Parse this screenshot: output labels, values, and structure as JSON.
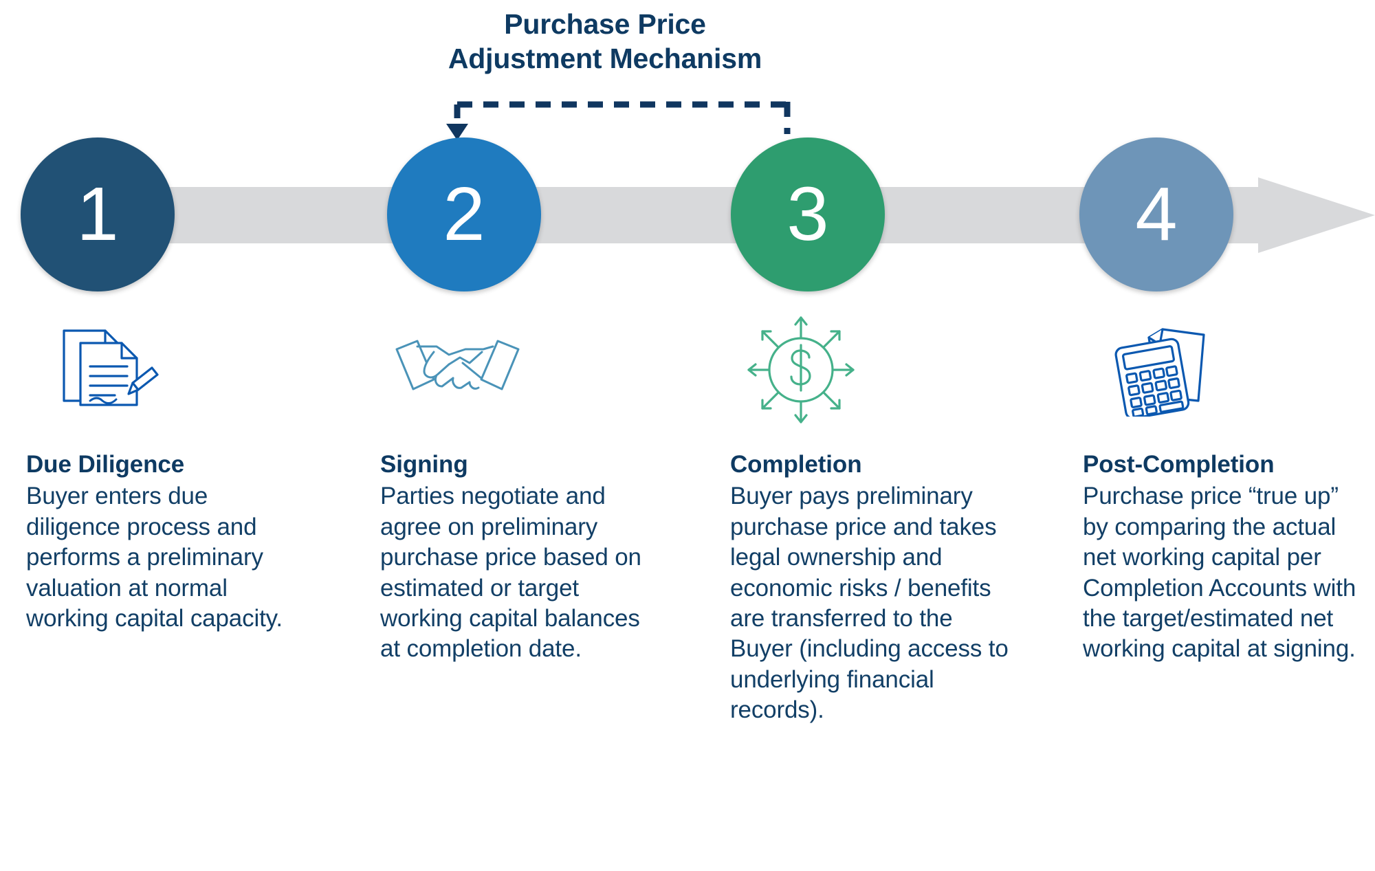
{
  "callout": {
    "line1": "Purchase Price",
    "line2": "Adjustment Mechanism",
    "connector_from_step": 3,
    "connector_to_step": 2
  },
  "colors": {
    "step1": "#215175",
    "step2": "#1f7bbf",
    "step3": "#2e9d6f",
    "step4": "#6e95b8",
    "track": "#d8d9db",
    "heading_text": "#0e3a62",
    "body_text": "#123f66",
    "callout_text": "#0e3a62",
    "icon_blue": "#0b58b0",
    "icon_teal": "#4a93b8",
    "icon_green": "#45b18a",
    "background": "#ffffff"
  },
  "steps": [
    {
      "number": "1",
      "icon": "document-pen-icon",
      "heading": "Due Diligence",
      "body": "Buyer enters due diligence process and performs a preliminary valuation at normal working capital capacity."
    },
    {
      "number": "2",
      "icon": "handshake-icon",
      "heading": "Signing",
      "body": "Parties negotiate and agree on preliminary purchase price based on estimated or target working capital balances at completion date."
    },
    {
      "number": "3",
      "icon": "dollar-expand-icon",
      "heading": "Completion",
      "body": "Buyer pays preliminary purchase price and takes legal ownership and economic risks / benefits are transferred to the Buyer (including access to underlying financial records)."
    },
    {
      "number": "4",
      "icon": "calculator-document-icon",
      "heading": "Post-Completion",
      "body": "Purchase price “true up” by comparing the actual net working capital per Completion Accounts with the target/estimated net working capital at signing."
    }
  ]
}
